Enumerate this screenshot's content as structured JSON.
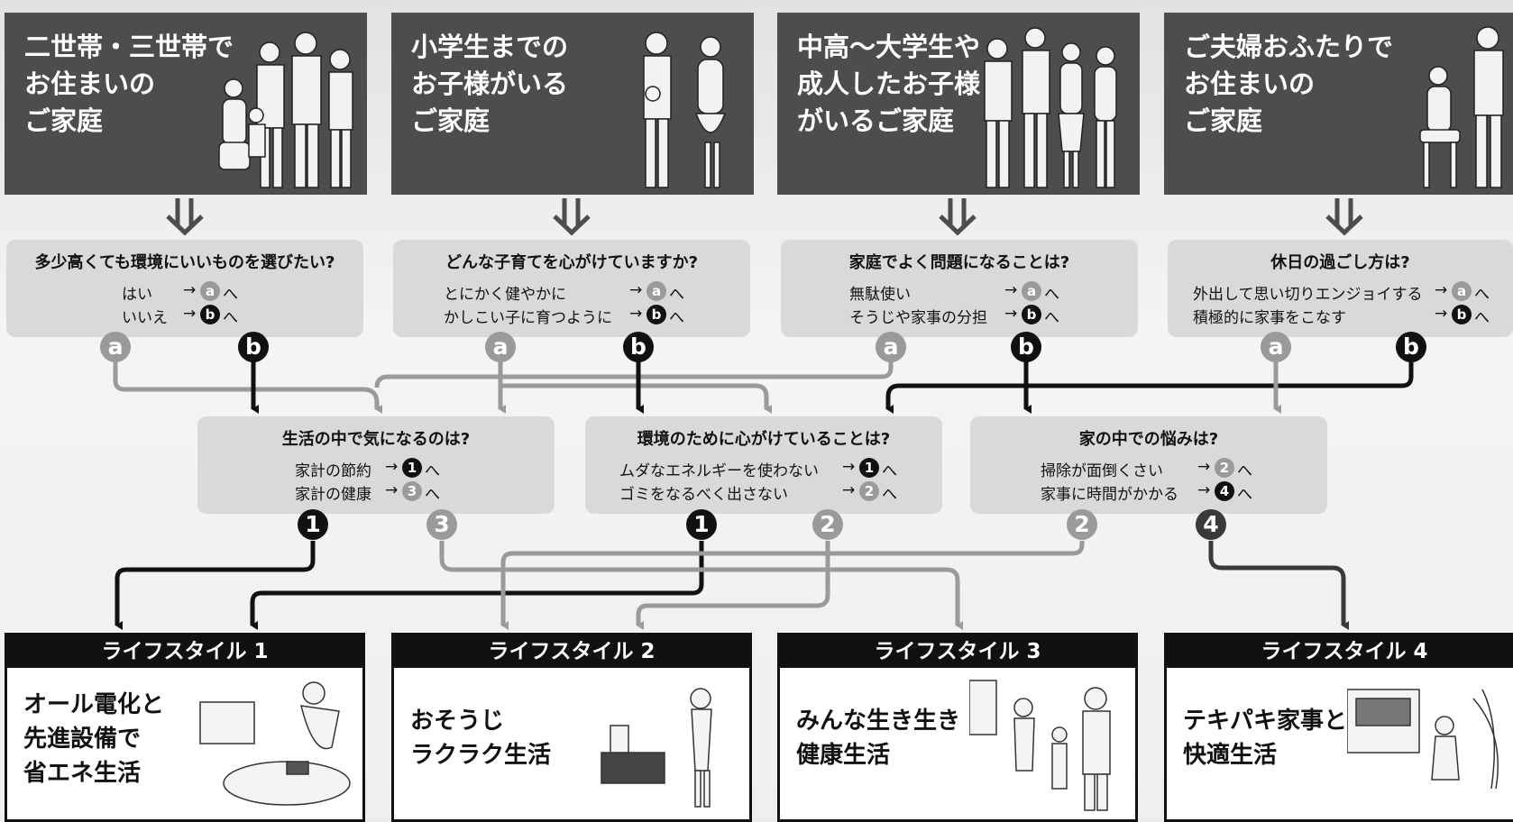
{
  "families": [
    {
      "lines": [
        "二世帯・三世帯で",
        "お住まいの",
        "ご家庭"
      ]
    },
    {
      "lines": [
        "小学生までの",
        "お子様がいる",
        "ご家庭"
      ]
    },
    {
      "lines": [
        "中高〜大学生や",
        "成人したお子様",
        "がいるご家庭"
      ]
    },
    {
      "lines": [
        "ご夫婦おふたりで",
        "お住まいの",
        "ご家庭"
      ]
    }
  ],
  "questions": [
    {
      "title": "多少高くても環境にいいものを選びたい?",
      "options": [
        {
          "text": "はい",
          "badge": "a",
          "suffix": "へ"
        },
        {
          "text": "いいえ",
          "badge": "b",
          "suffix": "へ"
        }
      ]
    },
    {
      "title": "どんな子育てを心がけていますか?",
      "options": [
        {
          "text": "とにかく健やかに",
          "badge": "a",
          "suffix": "へ"
        },
        {
          "text": "かしこい子に育つように",
          "badge": "b",
          "suffix": "へ"
        }
      ]
    },
    {
      "title": "家庭でよく問題になることは?",
      "options": [
        {
          "text": "無駄使い",
          "badge": "a",
          "suffix": "へ"
        },
        {
          "text": "そうじや家事の分担",
          "badge": "b",
          "suffix": "へ"
        }
      ]
    },
    {
      "title": "休日の過ごし方は?",
      "options": [
        {
          "text": "外出して思い切りエンジョイする",
          "badge": "a",
          "suffix": "へ"
        },
        {
          "text": "積極的に家事をこなす",
          "badge": "b",
          "suffix": "へ"
        }
      ]
    }
  ],
  "questions2": [
    {
      "title": "生活の中で気になるのは?",
      "options": [
        {
          "text": "家計の節約",
          "badge": "1",
          "suffix": "へ"
        },
        {
          "text": "家計の健康",
          "badge": "3",
          "suffix": "へ"
        }
      ]
    },
    {
      "title": "環境のために心がけていることは?",
      "options": [
        {
          "text": "ムダなエネルギーを使わない",
          "badge": "1",
          "suffix": "へ"
        },
        {
          "text": "ゴミをなるべく出さない",
          "badge": "2",
          "suffix": "へ"
        }
      ]
    },
    {
      "title": "家の中での悩みは?",
      "options": [
        {
          "text": "掃除が面倒くさい",
          "badge": "2",
          "suffix": "へ"
        },
        {
          "text": "家事に時間がかかる",
          "badge": "4",
          "suffix": "へ"
        }
      ]
    }
  ],
  "arrow_symbol": "→",
  "node_labels": {
    "a": "a",
    "b": "b",
    "n1": "1",
    "n2": "2",
    "n3": "3",
    "n4": "4"
  },
  "lifestyles": [
    {
      "header": "ライフスタイル 1",
      "lines": [
        "オール電化と",
        "先進設備で",
        "省エネ生活"
      ]
    },
    {
      "header": "ライフスタイル 2",
      "lines": [
        "おそうじ",
        "ラクラク生活"
      ]
    },
    {
      "header": "ライフスタイル 3",
      "lines": [
        "みんな生き生き",
        "健康生活"
      ]
    },
    {
      "header": "ライフスタイル 4",
      "lines": [
        "テキパキ家事と",
        "快適生活"
      ]
    }
  ],
  "colors": {
    "dark": "#111111",
    "light": "#9a9a9a",
    "panel": "#4d4d4d",
    "box": "#d9d9d9"
  }
}
